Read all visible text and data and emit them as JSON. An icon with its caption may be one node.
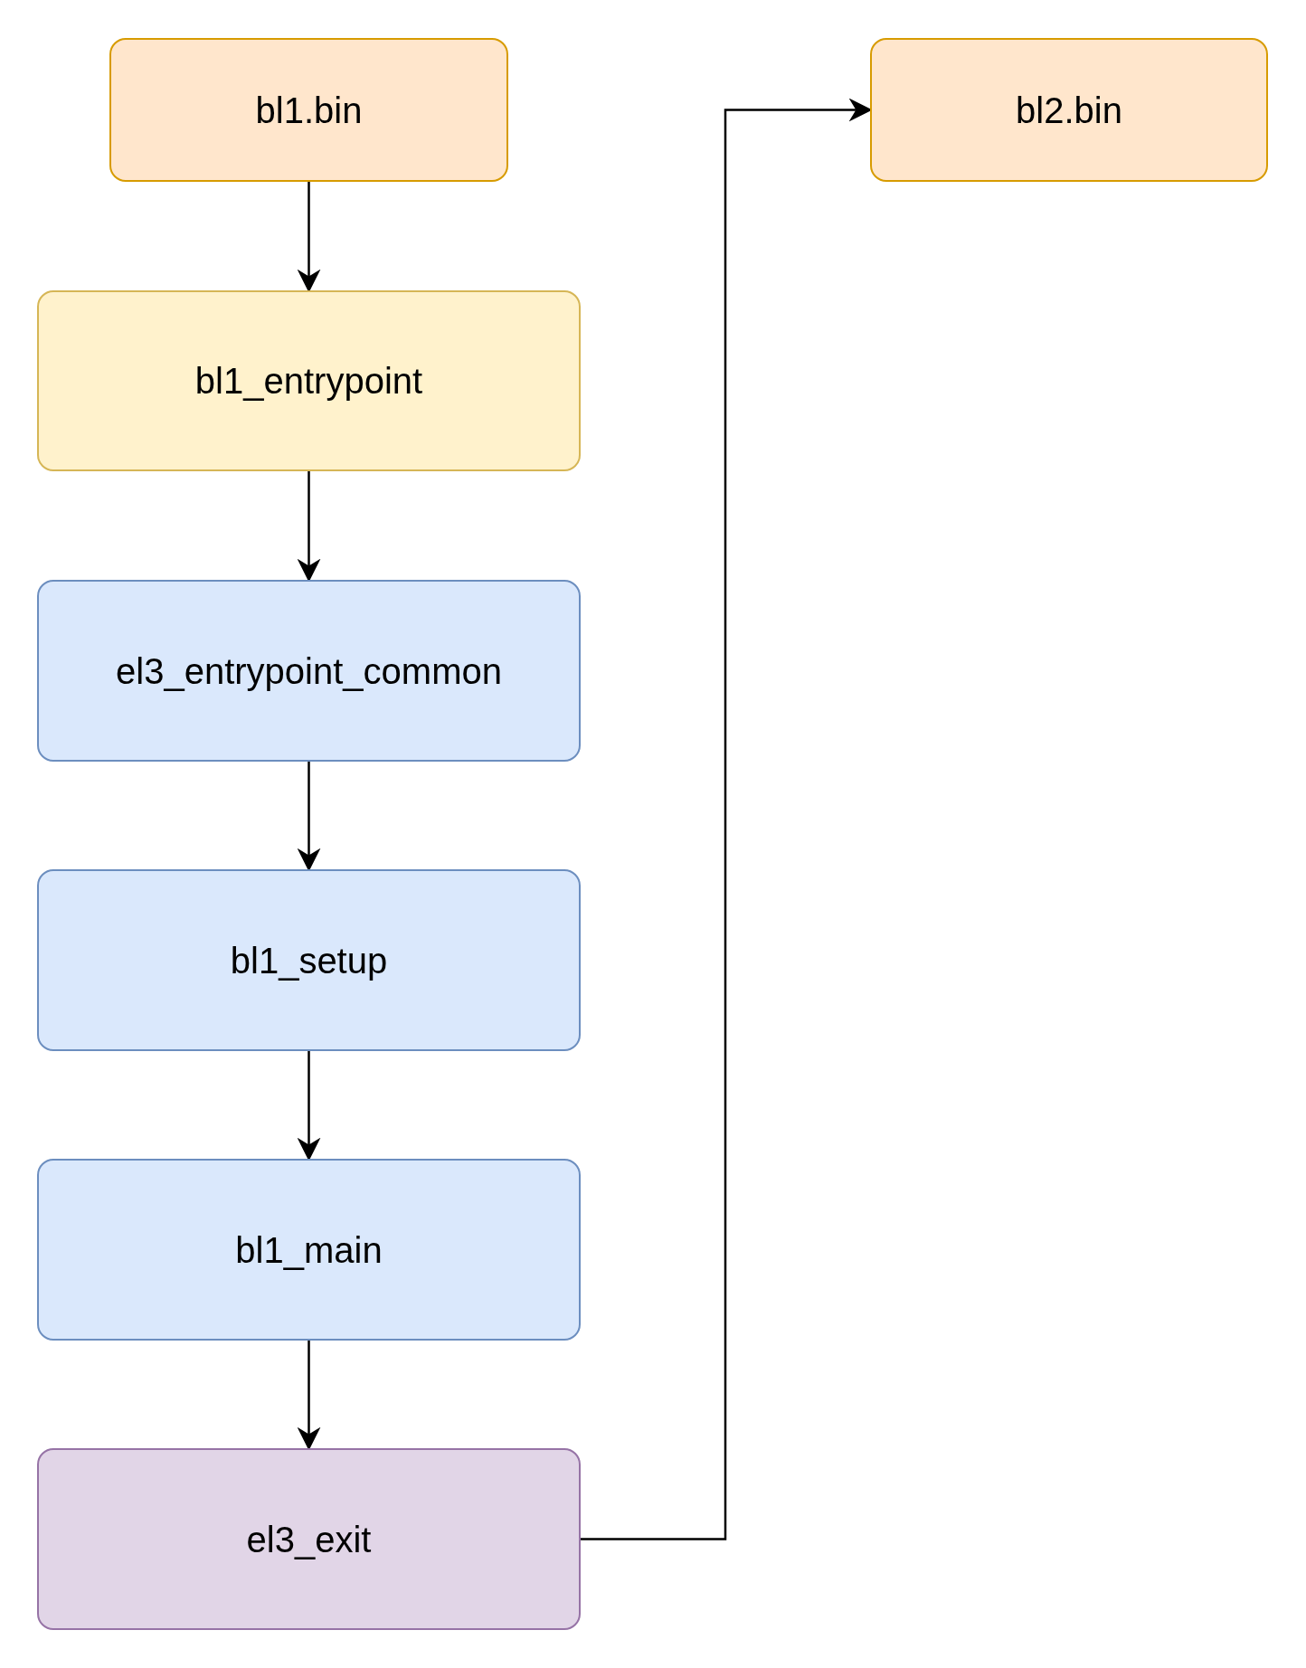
{
  "diagram": {
    "nodes": [
      {
        "text": [
          "bl1.bin"
        ]
      },
      {
        "text": [
          "bl1_entrypoint"
        ]
      },
      {
        "text": [
          "el3_entrypoint_common"
        ]
      },
      {
        "text": [
          "bl1_setup"
        ]
      },
      {
        "text": [
          "bl1_main"
        ]
      },
      {
        "text": [
          "el3_exit"
        ]
      },
      {
        "text": [
          "bl2.bin"
        ]
      }
    ],
    "edges": [
      {
        "from": 0,
        "to": 1,
        "arrow": "to"
      },
      {
        "from": 1,
        "to": 2,
        "arrow": "to"
      },
      {
        "from": 2,
        "to": 3,
        "arrow": "to"
      },
      {
        "from": 3,
        "to": 4,
        "arrow": "to"
      },
      {
        "from": 4,
        "to": 5,
        "arrow": "to"
      },
      {
        "from": 5,
        "to": 6,
        "arrow": "to"
      }
    ]
  }
}
